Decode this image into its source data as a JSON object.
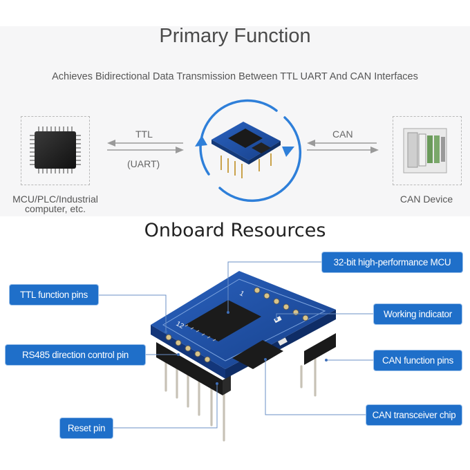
{
  "primary": {
    "title": "Primary Function",
    "subtitle": "Achieves Bidirectional Data Transmission Between TTL UART And CAN Interfaces",
    "left_caption_line1": "MCU/PLC/Industrial",
    "left_caption_line2": "computer, etc.",
    "right_caption": "CAN Device",
    "ttl_label": "TTL",
    "uart_label": "(UART)",
    "can_label": "CAN"
  },
  "onboard": {
    "title": "Onboard Resources",
    "callouts": {
      "mcu": "32-bit high-performance MCU",
      "ttl_pins": "TTL function pins",
      "indicator": "Working indicator",
      "rs485": "RS485 direction control pin",
      "can_pins": "CAN function pins",
      "reset": "Reset pin",
      "transceiver": "CAN transceiver chip"
    },
    "silk_12": "12",
    "silk_1": "1"
  },
  "colors": {
    "callout_bg": "#1f6fc9",
    "pcb_blue": "#1d4fa3",
    "arc_blue": "#2e7fd9"
  }
}
